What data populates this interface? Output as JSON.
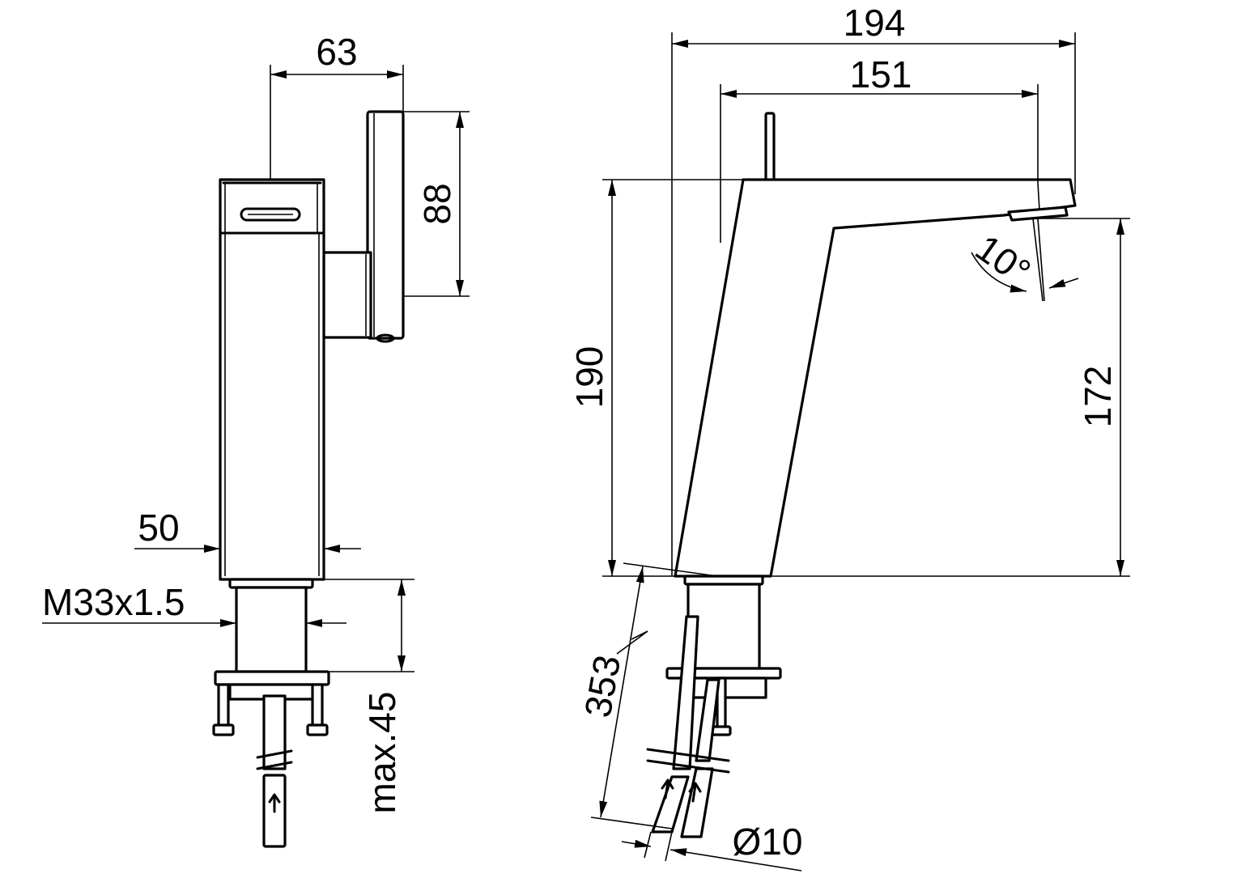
{
  "dimensions": {
    "side_view": {
      "width_63": "63",
      "height_88": "88",
      "width_50": "50",
      "thread": "M33x1.5",
      "max_45": "max.45"
    },
    "front_view": {
      "width_194": "194",
      "width_151": "151",
      "height_190": "190",
      "height_172": "172",
      "angle": "10°",
      "hose_353": "353",
      "diameter": "Ø10"
    }
  },
  "colors": {
    "line": "#000000",
    "background": "#ffffff"
  }
}
